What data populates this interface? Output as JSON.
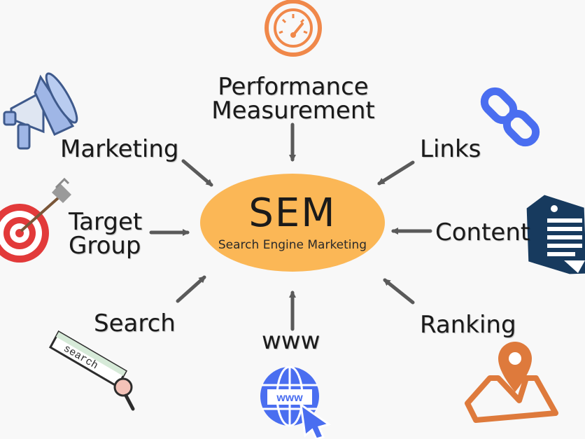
{
  "center": {
    "title": "SEM",
    "subtitle": "Search Engine Marketing"
  },
  "nodes": {
    "performance": [
      "Performance",
      "Measurement"
    ],
    "marketing": "Marketing",
    "links": "Links",
    "target": [
      "Target",
      "Group"
    ],
    "content": "Content",
    "search": "Search",
    "www": "www",
    "ranking": "Ranking"
  },
  "icons": {
    "search_bar_text": "search",
    "globe_text": "www"
  },
  "colors": {
    "ellipse": "#fbb756",
    "arrow": "#5a5a5a",
    "orange": "#f0884a",
    "blue": "#4a6ef0",
    "navy": "#173a5e",
    "red": "#e23a3a",
    "map": "#de7a3c"
  }
}
